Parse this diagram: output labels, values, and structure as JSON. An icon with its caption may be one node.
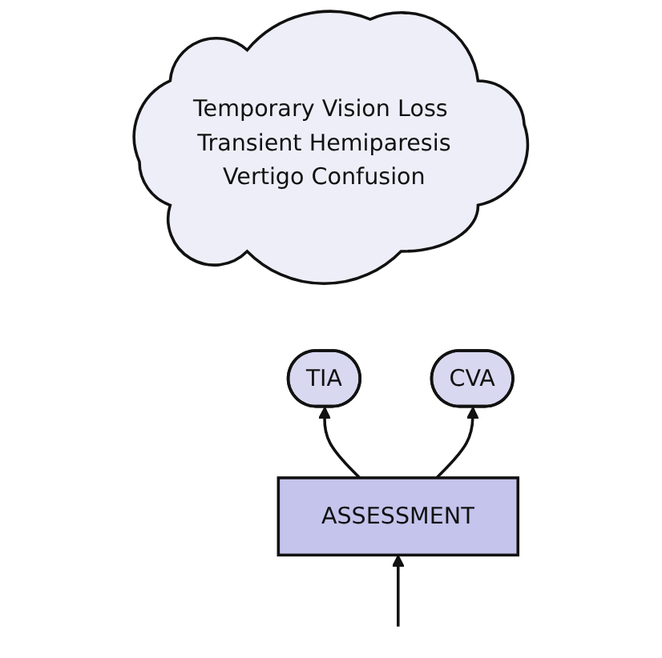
{
  "diagram": {
    "nodes": [
      {
        "text": [
          "Temporary Vision Loss Transient Hemiparesis",
          "Vertigo Confusion"
        ]
      },
      {
        "text": [
          "TIA"
        ]
      },
      {
        "text": [
          "ASSESSMENT"
        ]
      },
      {
        "text": [
          "CVA"
        ]
      }
    ],
    "edges": [
      {
        "from": 2,
        "to": 1,
        "arrow": "to"
      },
      {
        "from": 2,
        "to": 3,
        "arrow": "to"
      },
      {
        "from": null,
        "to": 2,
        "arrow": "to"
      }
    ]
  }
}
